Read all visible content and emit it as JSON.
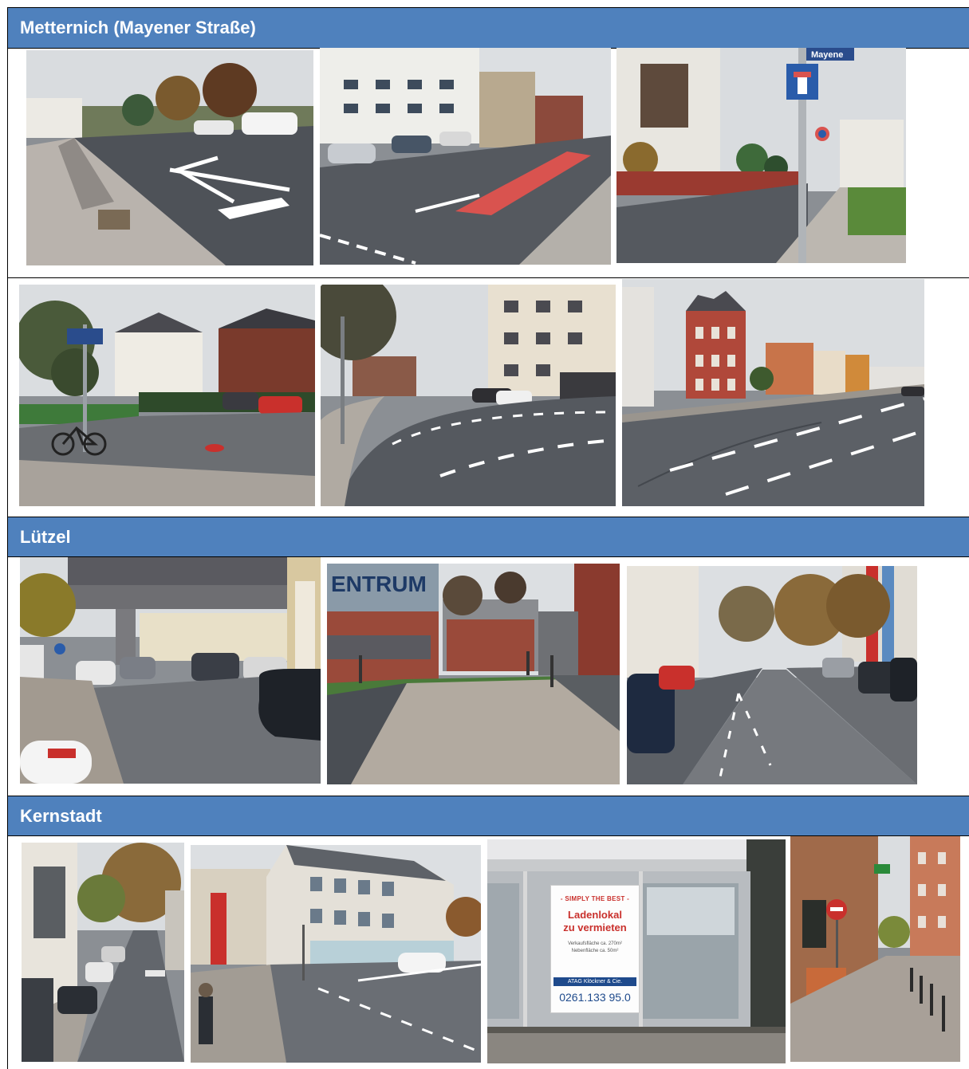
{
  "sections": [
    {
      "title": "Metternich (Mayener Straße)"
    },
    {
      "title": "Lützel"
    },
    {
      "title": "Kernstadt"
    }
  ],
  "photos": {
    "metternich": [
      {
        "subject": "bike-lane-junction"
      },
      {
        "subject": "red-bike-lane"
      },
      {
        "subject": "dead-end-sign",
        "sign_text": "Mayene"
      },
      {
        "subject": "parked-bicycle"
      },
      {
        "subject": "curved-street"
      },
      {
        "subject": "brick-villa-street"
      }
    ],
    "luetzel": [
      {
        "subject": "elevated-road-parking"
      },
      {
        "subject": "zentrum-courtyard",
        "sign_text": "ENTRUM"
      },
      {
        "subject": "tree-lined-street"
      }
    ],
    "kernstadt": [
      {
        "subject": "narrow-street"
      },
      {
        "subject": "pedestrian-crossing"
      },
      {
        "subject": "shop-for-rent",
        "poster": {
          "headline": "- SIMPLY THE BEST -",
          "line1": "Ladenlokal",
          "line2": "zu vermieten",
          "detail1": "Verkaufsfläche ca. 270m²",
          "detail2": "Nebenfläche   ca. 50m²",
          "agent": "ATAG Klöckner & Cie.",
          "phone": "0261.133 95.0"
        }
      },
      {
        "subject": "old-town-street"
      }
    ]
  },
  "colors": {
    "header_bg": "#4f81bd",
    "header_text": "#ffffff",
    "asphalt": "#5c6066",
    "sky": "#d7dadd",
    "red_lane": "#d9534f"
  }
}
